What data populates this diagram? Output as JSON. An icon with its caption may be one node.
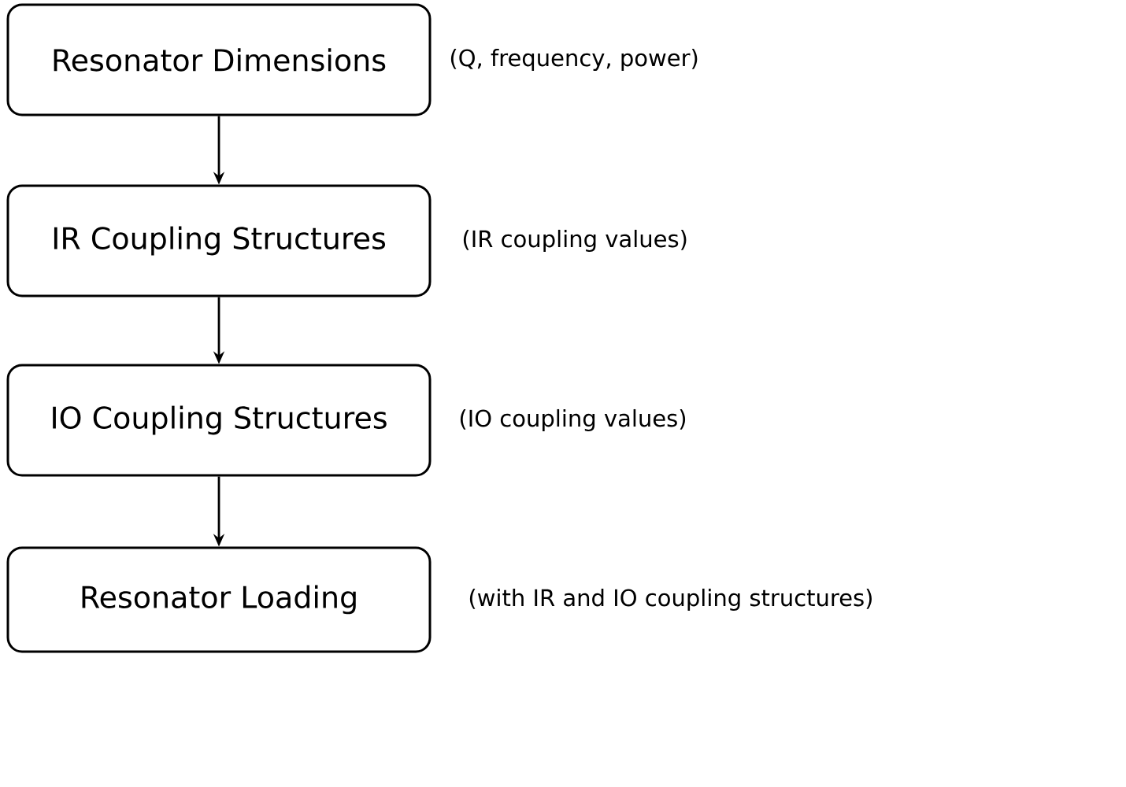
{
  "diagram": {
    "nodes": [
      {
        "text": [
          "Resonator Dimensions"
        ],
        "beside": [
          "(Q, frequency, power)"
        ]
      },
      {
        "text": [
          "IR Coupling Structures"
        ],
        "beside": [
          "(IR coupling values)"
        ]
      },
      {
        "text": [
          "IO Coupling Structures"
        ],
        "beside": [
          "(IO coupling values)"
        ]
      },
      {
        "text": [
          "Resonator Loading"
        ],
        "beside": [
          "(with IR and IO coupling structures)"
        ]
      }
    ],
    "edges": [
      {
        "from": 0,
        "to": 1,
        "arrow": "to"
      },
      {
        "from": 1,
        "to": 2,
        "arrow": "to"
      },
      {
        "from": 2,
        "to": 3,
        "arrow": "to"
      }
    ]
  }
}
